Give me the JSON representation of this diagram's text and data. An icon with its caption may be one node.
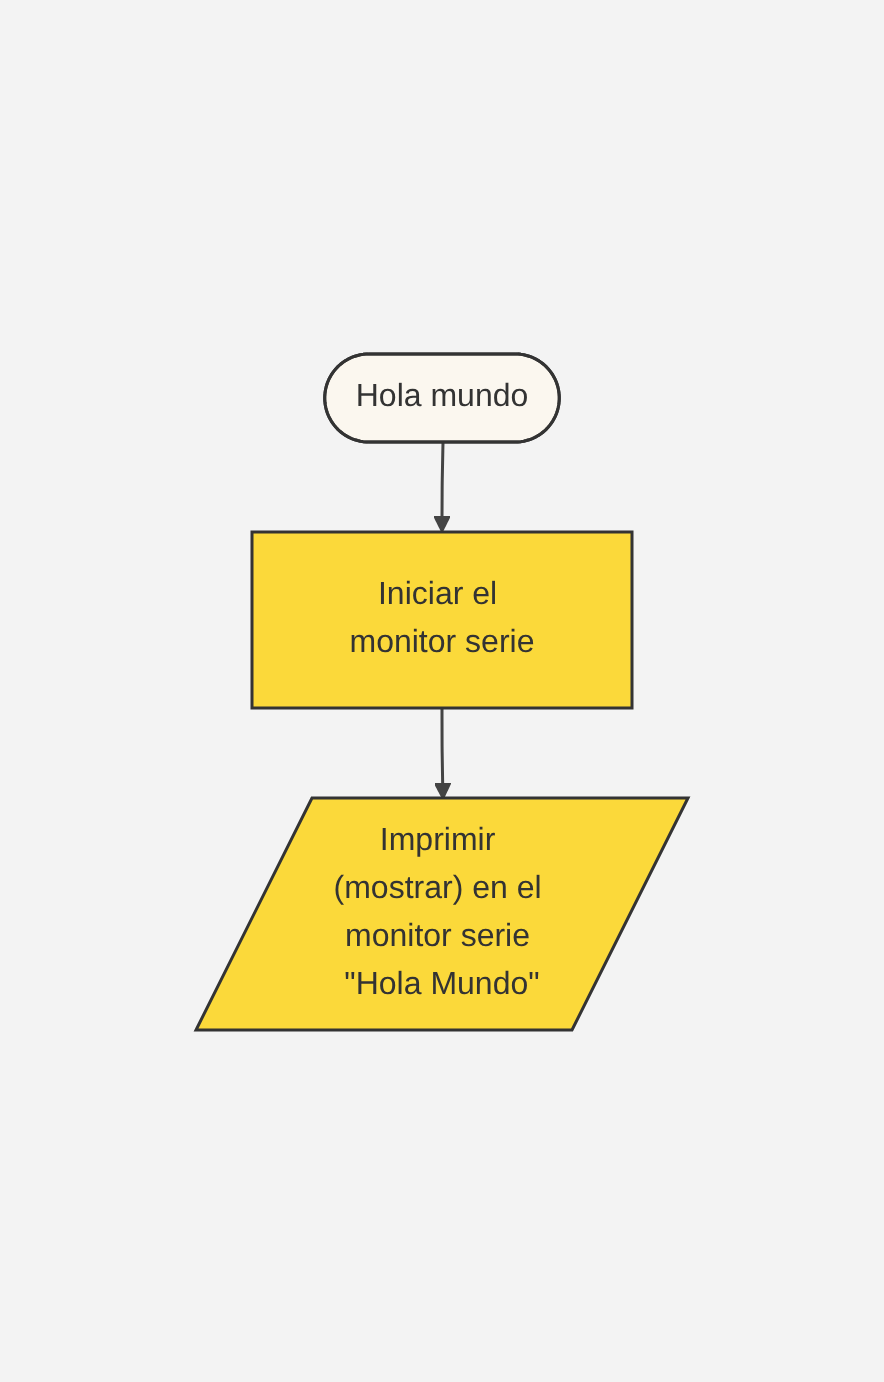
{
  "diagram": {
    "nodes": [
      {
        "text": [
          "Hola mundo"
        ]
      },
      {
        "text": [
          "Iniciar el monitor serie"
        ]
      },
      {
        "text": [
          "Imprimir (mostrar) en el monitor serie \"Hola Mundo\""
        ]
      }
    ],
    "edges": [
      {
        "from": 0,
        "to": 1,
        "arrow": "to"
      },
      {
        "from": 1,
        "to": 2,
        "arrow": "to"
      }
    ]
  }
}
